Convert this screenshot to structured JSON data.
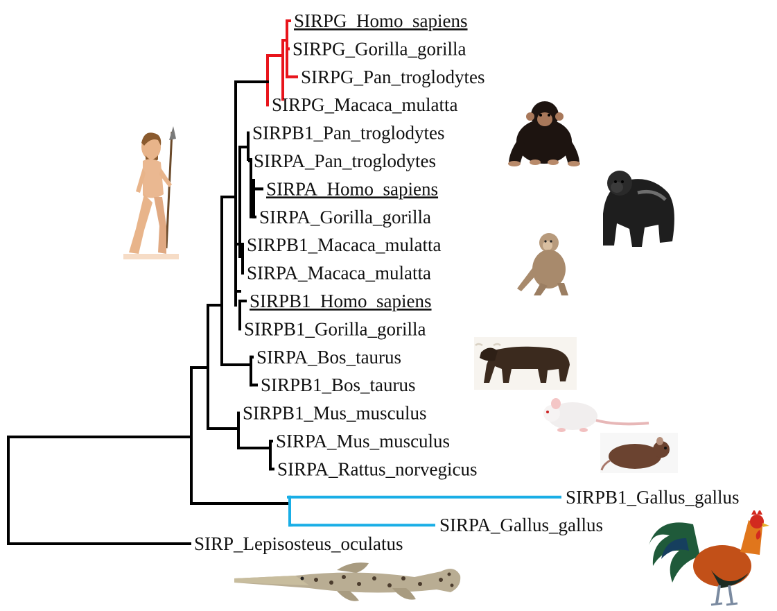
{
  "colors": {
    "default_branch": "#000000",
    "sirpg_clade": "#e8141b",
    "gallus_clade": "#19aee6"
  },
  "taxa": [
    {
      "label": "SIRPG_Homo_sapiens",
      "underlined": true,
      "clade": "sirpg"
    },
    {
      "label": "SIRPG_Gorilla_gorilla",
      "underlined": false,
      "clade": "sirpg"
    },
    {
      "label": "SIRPG_Pan_troglodytes",
      "underlined": false,
      "clade": "sirpg"
    },
    {
      "label": "SIRPG_Macaca_mulatta",
      "underlined": false,
      "clade": "sirpg"
    },
    {
      "label": "SIRPB1_Pan_troglodytes",
      "underlined": false,
      "clade": "default"
    },
    {
      "label": "SIRPA_Pan_troglodytes",
      "underlined": false,
      "clade": "default"
    },
    {
      "label": "SIRPA_Homo_sapiens",
      "underlined": true,
      "clade": "default"
    },
    {
      "label": "SIRPA_Gorilla_gorilla",
      "underlined": false,
      "clade": "default"
    },
    {
      "label": "SIRPB1_Macaca_mulatta",
      "underlined": false,
      "clade": "default"
    },
    {
      "label": "SIRPA_Macaca_mulatta",
      "underlined": false,
      "clade": "default"
    },
    {
      "label": "SIRPB1_Homo_sapiens",
      "underlined": true,
      "clade": "default"
    },
    {
      "label": "SIRPB1_Gorilla_gorilla",
      "underlined": false,
      "clade": "default"
    },
    {
      "label": "SIRPA_Bos_taurus",
      "underlined": false,
      "clade": "default"
    },
    {
      "label": "SIRPB1_Bos_taurus",
      "underlined": false,
      "clade": "default"
    },
    {
      "label": "SIRPB1_Mus_musculus",
      "underlined": false,
      "clade": "default"
    },
    {
      "label": "SIRPA_Mus_musculus",
      "underlined": false,
      "clade": "default"
    },
    {
      "label": "SIRPA_Rattus_norvegicus",
      "underlined": false,
      "clade": "default"
    },
    {
      "label": "SIRPB1_Gallus_gallus",
      "underlined": false,
      "clade": "gallus"
    },
    {
      "label": "SIRPA_Gallus_gallus",
      "underlined": false,
      "clade": "gallus"
    },
    {
      "label": "SIRP_Lepisosteus_oculatus",
      "underlined": false,
      "clade": "default"
    }
  ],
  "illustrations": [
    {
      "icon": "human-figure-icon"
    },
    {
      "icon": "chimpanzee-icon"
    },
    {
      "icon": "gorilla-icon"
    },
    {
      "icon": "macaque-icon"
    },
    {
      "icon": "bull-icon"
    },
    {
      "icon": "mouse-icon"
    },
    {
      "icon": "rat-icon"
    },
    {
      "icon": "rooster-icon"
    },
    {
      "icon": "gar-fish-icon"
    }
  ]
}
